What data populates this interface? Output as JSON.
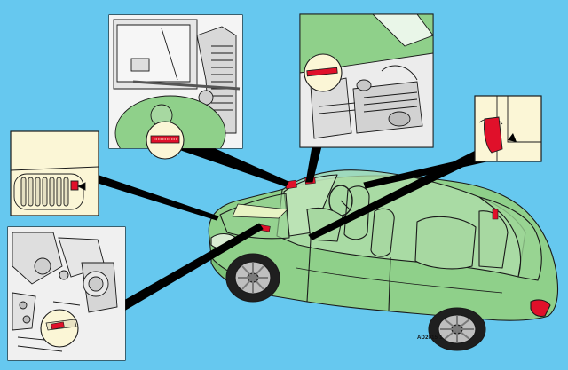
{
  "figure": {
    "reference_code": "AD2015 1",
    "colors": {
      "background": "#66c8ef",
      "car_body": "#8fd08a",
      "inset_fill": "#fbf6d6",
      "label_red": "#e0102a",
      "leader_line": "#000000"
    },
    "insets": [
      {
        "id": "vin-plate-under-hood",
        "icon": "vin-plate-icon"
      },
      {
        "id": "engine-bay-label",
        "icon": "engine-label-icon"
      },
      {
        "id": "door-pillar-label",
        "icon": "door-pillar-icon"
      },
      {
        "id": "grille-label",
        "icon": "grille-icon"
      },
      {
        "id": "engine-block-stamp",
        "icon": "engine-block-icon"
      }
    ]
  }
}
